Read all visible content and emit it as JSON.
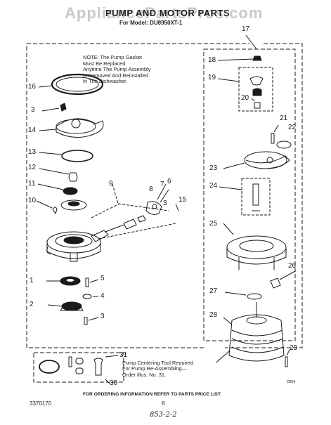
{
  "watermark": "AppliancePartsPros.com",
  "header": {
    "title": "PUMP AND MOTOR PARTS",
    "model_line": "For Model: DU8950XT-1"
  },
  "note": {
    "lines": [
      "NOTE: The Pump Gasket",
      "Must Be Replaced",
      "Anytime The Pump Assembly",
      "Is Removed And Reinstalled",
      "In The Dishwasher."
    ]
  },
  "part_numbers": [
    "1",
    "2",
    "3",
    "3",
    "3",
    "4",
    "5",
    "6",
    "7",
    "8",
    "9",
    "10",
    "11",
    "12",
    "13",
    "14",
    "15",
    "16",
    "17",
    "18",
    "19",
    "20",
    "21",
    "22",
    "23",
    "24",
    "25",
    "26",
    "27",
    "28",
    "29",
    "30",
    "31"
  ],
  "tool_note": {
    "lines": [
      "Pump Centering Tool Required",
      "For Pump Re-Assembling—",
      "Order Illus. No. 31."
    ]
  },
  "footer": {
    "ordering_text": "FOR ORDERING INFORMATION REFER TO PARTS PRICE LIST",
    "page": "8",
    "doc_number": "3370170",
    "handwritten": "853-2-2",
    "corner_code": "2854"
  },
  "colors": {
    "ink": "#1a1a1a",
    "watermark": "#c9c9c9",
    "background": "#ffffff"
  }
}
